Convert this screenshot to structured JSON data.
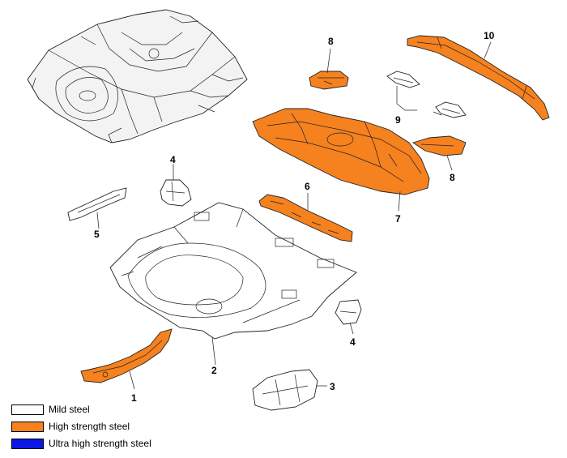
{
  "colors": {
    "mild_steel": "#ffffff",
    "high_strength_steel": "#f5811f",
    "ultra_high_strength_steel": "#0b17e6",
    "outline": "#222222"
  },
  "callouts": {
    "c1": "1",
    "c2": "2",
    "c3": "3",
    "c4a": "4",
    "c4b": "4",
    "c5": "5",
    "c6": "6",
    "c7": "7",
    "c8a": "8",
    "c8b": "8",
    "c9": "9",
    "c10": "10"
  },
  "legend": [
    {
      "label": "Mild steel",
      "color_key": "mild_steel"
    },
    {
      "label": "High strength steel",
      "color_key": "high_strength_steel"
    },
    {
      "label": "Ultra high strength steel",
      "color_key": "ultra_high_strength_steel"
    }
  ]
}
